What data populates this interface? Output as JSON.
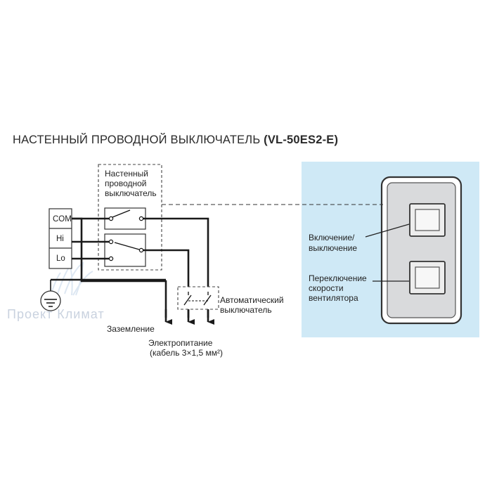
{
  "title": {
    "main": "НАСТЕННЫЙ ПРОВОДНОЙ ВЫКЛЮЧАТЕЛЬ",
    "model": "(VL-50ES2-E)"
  },
  "terminals": [
    "COM",
    "Hi",
    "Lo"
  ],
  "labels": {
    "wall_switch": [
      "Настенный",
      "проводной",
      "выключатель"
    ],
    "auto_switch": [
      "Автоматический",
      "выключатель"
    ],
    "ground": "Заземление",
    "power": [
      "Электропитание",
      "(кабель 3×1,5 мм²)"
    ],
    "on_off": [
      "Включение/",
      "выключение"
    ],
    "speed": [
      "Переключение",
      "скорости",
      "вентилятора"
    ]
  },
  "watermark": "Проект Климат",
  "colors": {
    "panel_bg": "#cfe9f6",
    "switch_plate": "#d9dadc",
    "line": "#1a1a1a"
  }
}
